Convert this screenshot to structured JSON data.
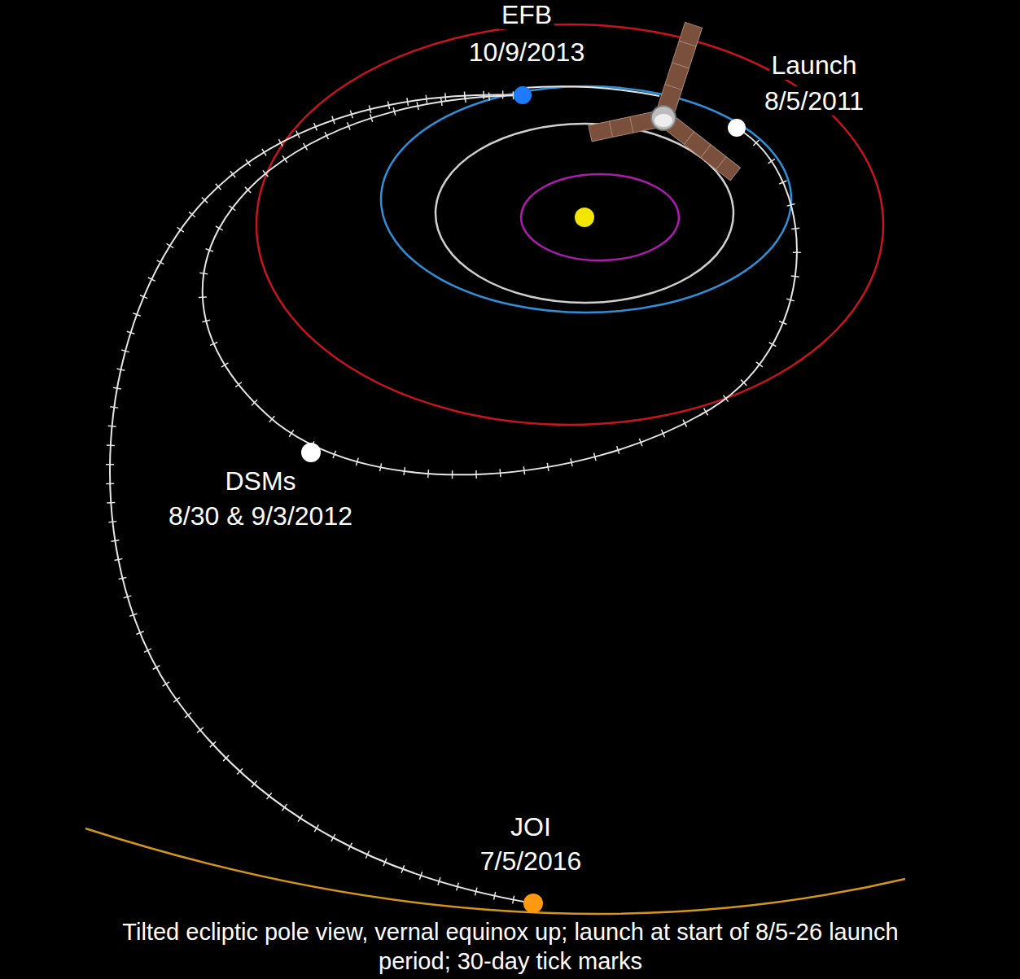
{
  "diagram": {
    "caption": "Tilted ecliptic pole view, vernal equinox up; launch at start of 8/5-26 launch period; 30-day tick marks",
    "labels": [
      "EFB",
      "10/9/2013",
      "Launch",
      "8/5/2011",
      "DSMs",
      "8/30 & 9/3/2012",
      "JOI",
      "7/5/2016"
    ]
  }
}
